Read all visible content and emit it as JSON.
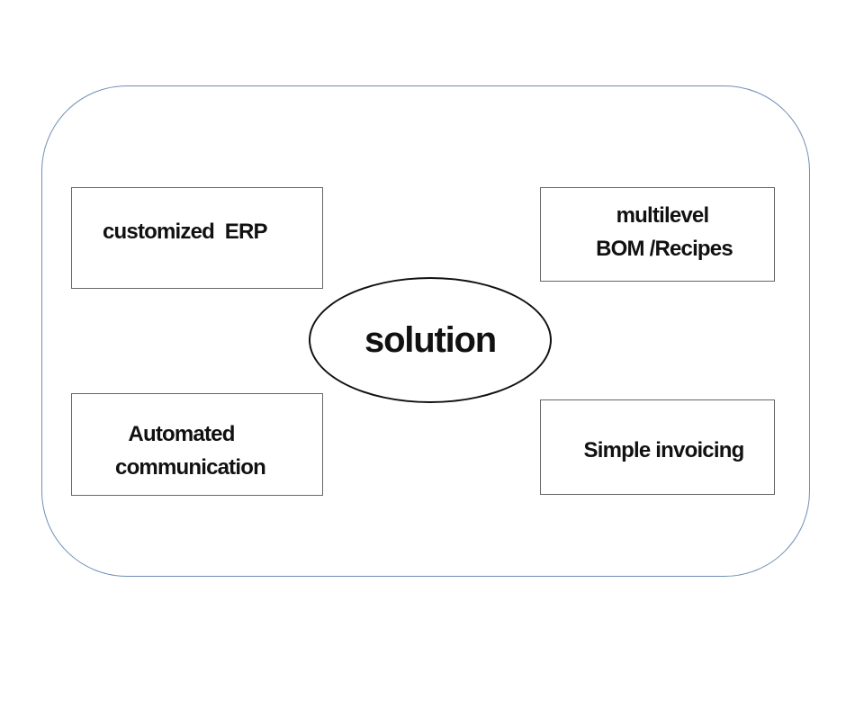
{
  "diagram": {
    "center": {
      "label": "solution"
    },
    "nodes": [
      {
        "id": "top-left",
        "lines": [
          "customized  ERP"
        ]
      },
      {
        "id": "top-right",
        "lines": [
          "multilevel",
          "BOM /Recipes"
        ]
      },
      {
        "id": "bottom-left",
        "lines": [
          "Automated",
          "communication"
        ]
      },
      {
        "id": "bottom-right",
        "lines": [
          "Simple invoicing"
        ]
      }
    ]
  },
  "colors": {
    "frame_border": "#6f8fb5",
    "box_border": "#666666",
    "text": "#111111",
    "background": "#ffffff"
  }
}
